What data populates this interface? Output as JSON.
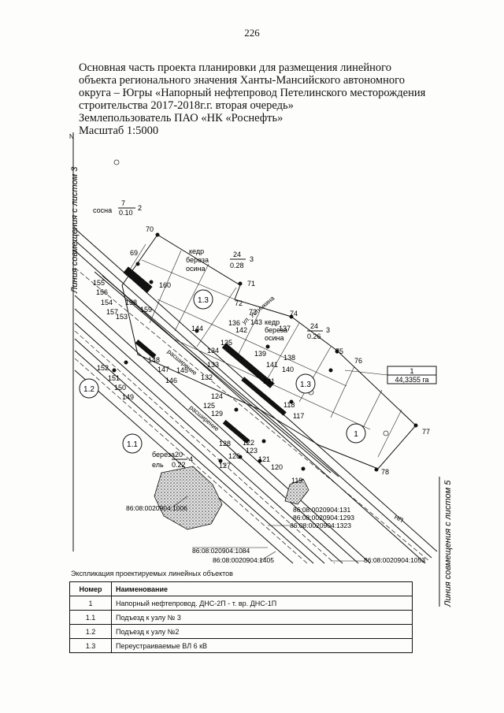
{
  "page_number": "226",
  "heading": {
    "lines": [
      "Основная часть проекта планировки для размещения линейного",
      "объекта регионального значения Ханты-Мансийского автономного",
      "округа – Югры «Напорный нефтепровод Петелинского месторождения",
      "строительства 2017-2018г.г. вторая очередь»",
      "Землепользователь ПАО «НК «Роснефть»",
      "Масштаб 1:5000"
    ]
  },
  "map": {
    "left_side_label": "Линия совмещения с листом 3",
    "right_side_label": "Линия совмещения с листом 5",
    "north_mark": "N",
    "tree_labels": {
      "sosna": {
        "name": "сосна",
        "num": "7",
        "den": "0.10",
        "count": "2"
      },
      "kedr_top": {
        "name1": "кедр",
        "name2": "береза",
        "name3": "осина",
        "num": "24",
        "den": "0.28",
        "count": "3"
      },
      "kedr_right": {
        "name1": "кедр",
        "name2": "береза",
        "name3": "осина",
        "num": "24",
        "den": "0.26",
        "count": "3"
      },
      "bereza_bottom": {
        "name1": "береза",
        "name2": "ель",
        "num": "20",
        "den": "0.22",
        "count": "4"
      }
    },
    "zone_labels": [
      "1.1",
      "1.2",
      "1.3",
      "1.3",
      "1"
    ],
    "area_box": {
      "num": "1",
      "area": "44,3355 га"
    },
    "points": [
      "69",
      "70",
      "71",
      "72",
      "73",
      "74",
      "75",
      "76",
      "77",
      "78",
      "117",
      "118",
      "119",
      "120",
      "121",
      "122",
      "123",
      "124",
      "125",
      "126",
      "127",
      "128",
      "129",
      "131",
      "132",
      "133",
      "134",
      "135",
      "136",
      "137",
      "138",
      "139",
      "140",
      "141",
      "142",
      "143",
      "144",
      "145",
      "146",
      "147",
      "148",
      "149",
      "150",
      "151",
      "152",
      "153",
      "154",
      "155",
      "156",
      "157",
      "158",
      "159",
      "160"
    ],
    "road_labels": [
      "ул. Устинкина",
      "расширение",
      "расширение",
      "НП"
    ],
    "cadastral": [
      "86:08:0020904:1006",
      "86:08:0020904:131",
      "86:08:0020904:1293",
      "86:08:0020904:1323",
      "86:08:020904:1084",
      "86:08:0020904:1405",
      "86:08:0020904:1053"
    ]
  },
  "explication": {
    "caption": "Экспликация проектируемых линейных объектов",
    "headers": {
      "num": "Номер",
      "name": "Наименование"
    },
    "rows": [
      {
        "num": "1",
        "name": "Напорный нефтепровод. ДНС-2П - т. вр. ДНС-1П"
      },
      {
        "num": "1.1",
        "name": "Подъезд к узлу № 3"
      },
      {
        "num": "1.2",
        "name": "Подъезд к узлу №2"
      },
      {
        "num": "1.3",
        "name": "Переустраиваемые ВЛ 6 кВ"
      }
    ]
  }
}
